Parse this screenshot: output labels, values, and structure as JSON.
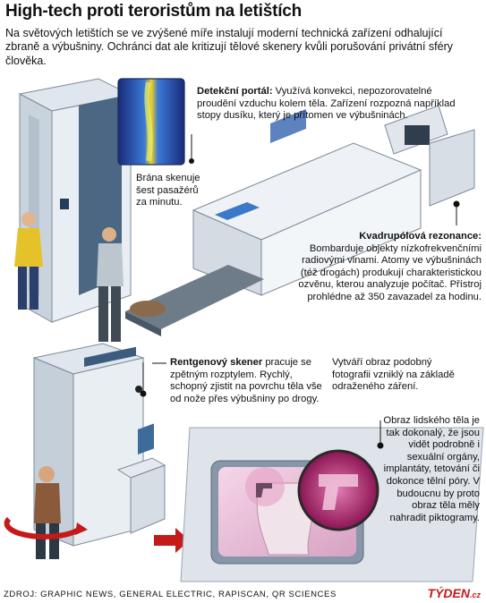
{
  "title": "High-tech proti teroristům na letištích",
  "intro": "Na světových letištích se ve zvýšené míře instalují moderní technická zařízení odhalující zbraně a výbušniny. Ochránci dat ale kritizují tělové skenery kvůli porušování privátní sféry člověka.",
  "portal": {
    "heading": "Detekční portál:",
    "text": "Využívá konvekci, nepozorovatelné proudění vzduchu kolem těla. Zařízení rozpozná například stopy dusíku, který je přítomen ve výbušninách."
  },
  "gate_note": "Brána skenuje šest pasažérů za minutu.",
  "nqr": {
    "heading": "Kvadrupólová rezonance:",
    "text": "Bombarduje objekty nízkofrekvenčními radiovými vlnami. Atomy ve výbušninách (též drogách) produkují charakteristickou ozvěnu, kterou analyzuje počítač. Přístroj prohlédne až 350 zavazadel za hodinu."
  },
  "xray": {
    "heading": "Rentgenový skener",
    "text": "pracuje se zpětným rozptylem. Rychlý, schopný zjistit na povrchu těla vše od nože přes výbušniny po drogy.",
    "image_note": "Vytváří obraz podobný fotografii vzniklý na základě odraženého záření."
  },
  "body_image_note": "Obraz lidského těla je tak dokonalý, že jsou vidět podrobně i sexuální orgány, implantáty, tetování či dokonce tělní póry. V budoucnu by proto obraz těla měly nahradit piktogramy.",
  "footer": "ZDROJ: GRAPHIC NEWS, GENERAL ELECTRIC, RAPISCAN, QR SCIENCES",
  "brand": "TÝDEN",
  "brand_suffix": ".cz",
  "colors": {
    "accent_red": "#c41a1a",
    "machine_blue": "#4a74b8",
    "scanner_magenta": "#b2246e"
  }
}
